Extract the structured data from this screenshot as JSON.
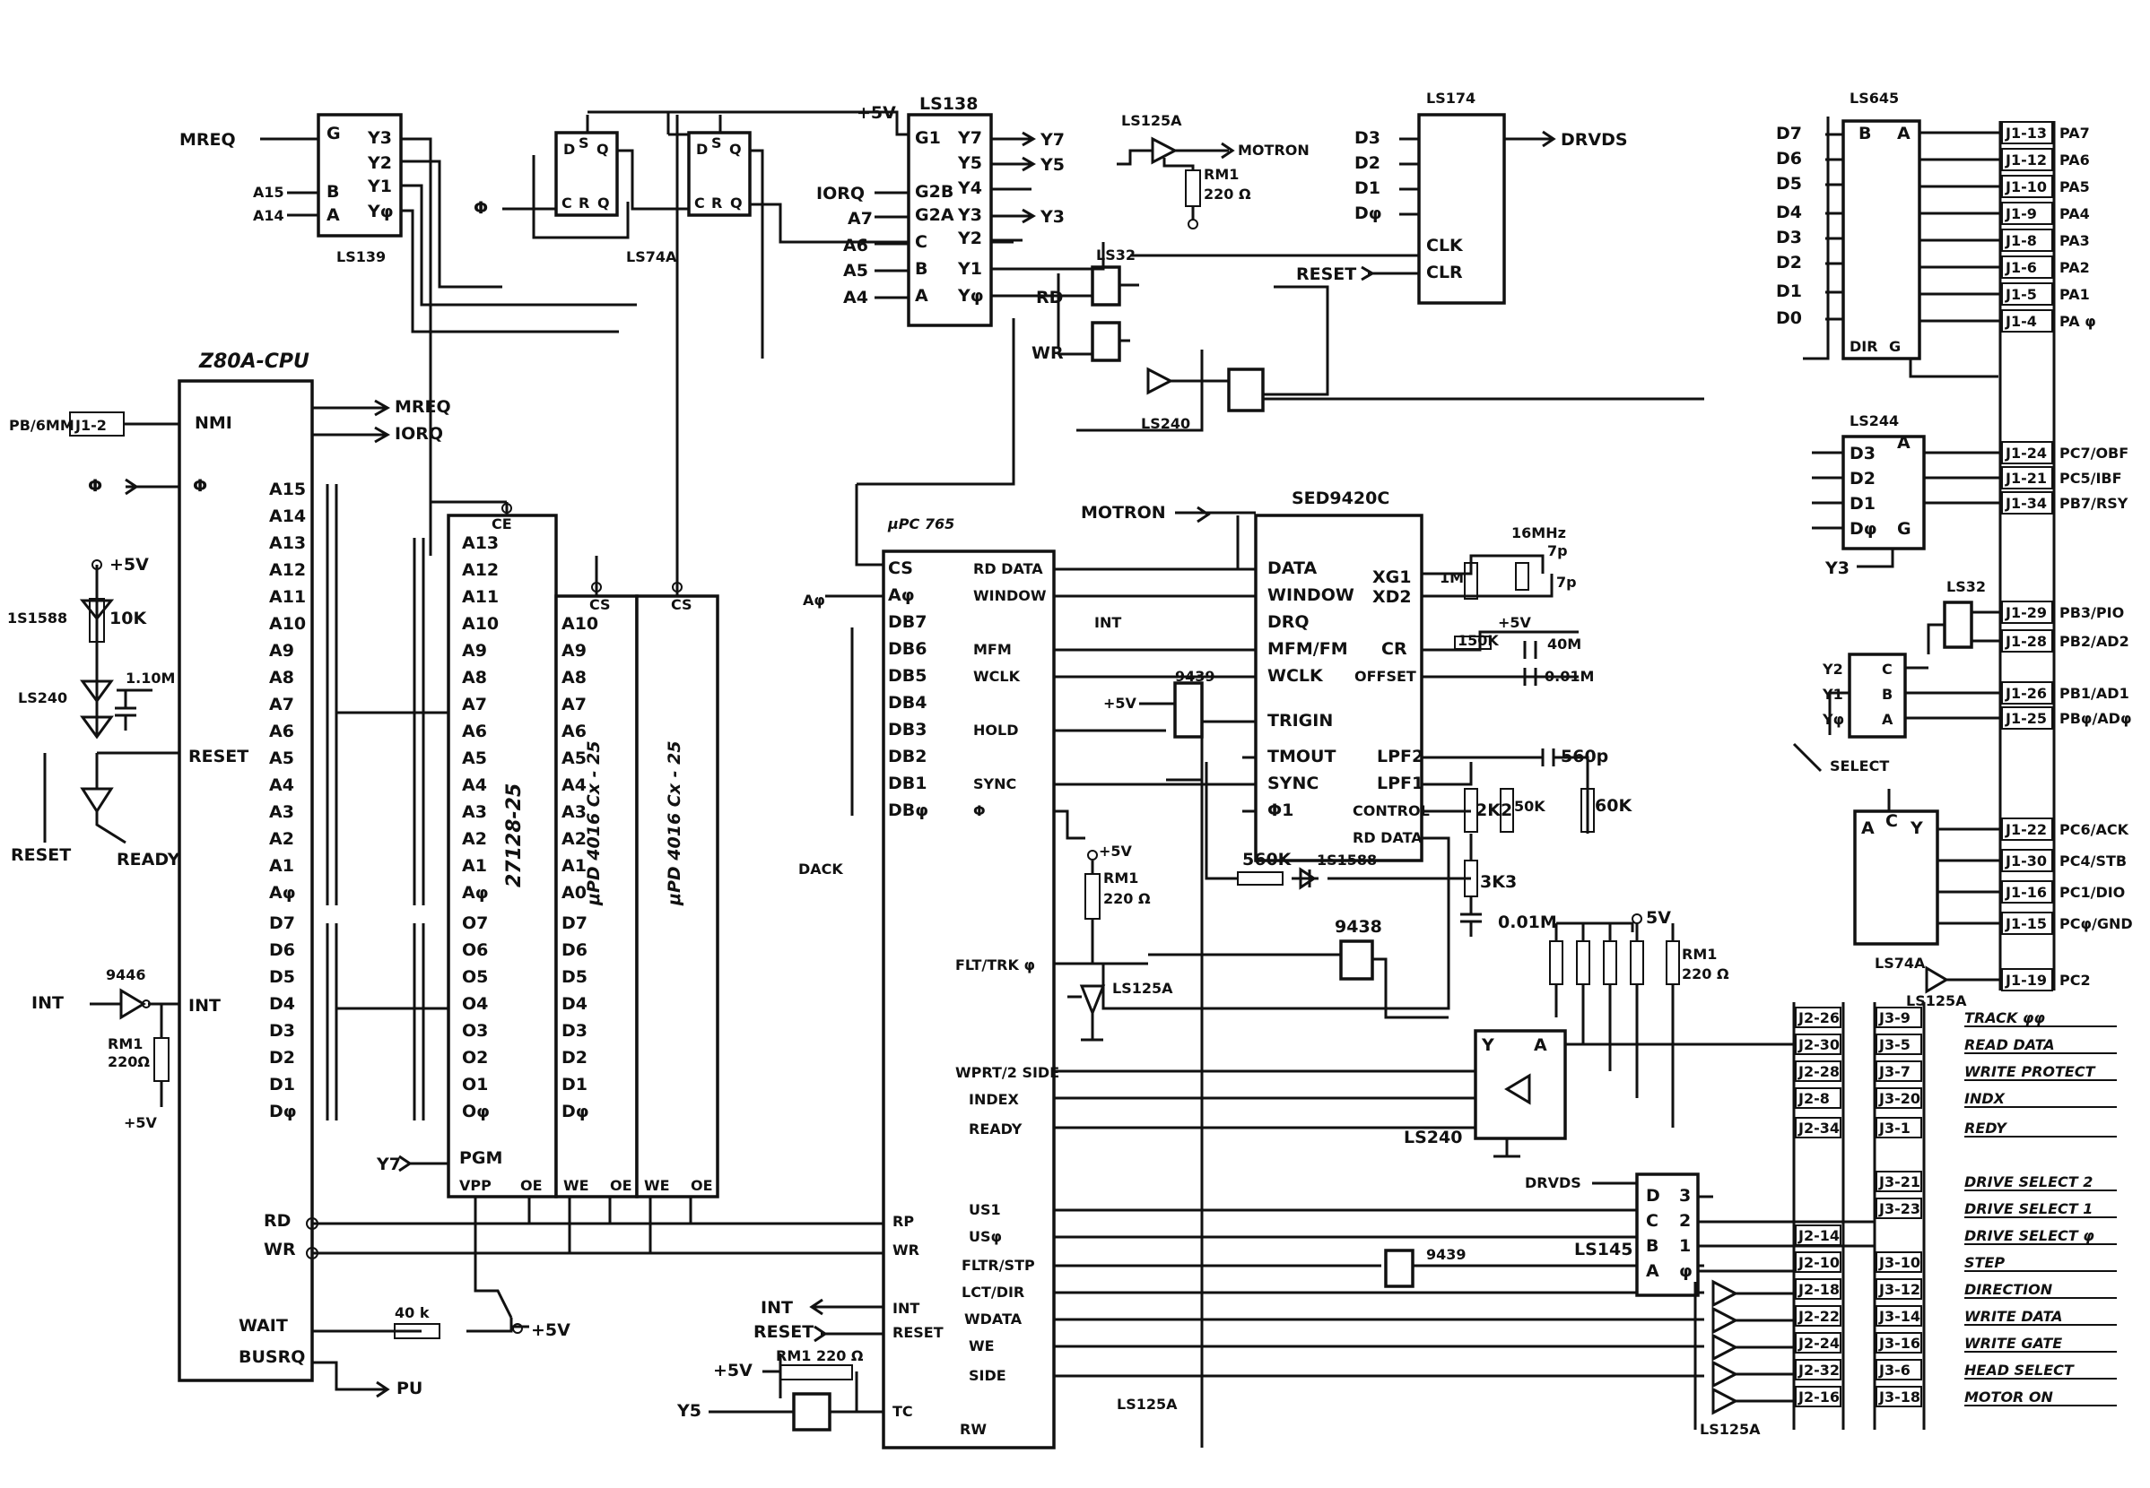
{
  "chips": {
    "cpu": {
      "name": "Z80A-CPU",
      "left_pins": [
        "NMI",
        "Φ",
        "RESET",
        "INT",
        "WAIT",
        "BUSRQ"
      ],
      "right_pins": [
        "A15",
        "A14",
        "A13",
        "A12",
        "A11",
        "A10",
        "A9",
        "A8",
        "A7",
        "A6",
        "A5",
        "A4",
        "A3",
        "A2",
        "A1",
        "Aφ",
        "D7",
        "D6",
        "D5",
        "D4",
        "D3",
        "D2",
        "D1",
        "Dφ"
      ],
      "bottom_pins": [
        "RD",
        "WR"
      ],
      "out_signals": [
        "MREQ",
        "IORQ"
      ]
    },
    "ls139": {
      "name": "LS139",
      "pins_left": [
        "G",
        "B",
        "A"
      ],
      "pins_right": [
        "Y3",
        "Y2",
        "Y1",
        "Yφ"
      ],
      "inputs": [
        "MREQ",
        "A15",
        "A14"
      ]
    },
    "ls74": {
      "name": "LS74A",
      "pins": [
        "D",
        "S",
        "Q",
        "C",
        "R",
        "Q"
      ],
      "clock": "Φ"
    },
    "ls138": {
      "name": "LS138",
      "pins_left": [
        "G1",
        "G2B",
        "G2A",
        "C",
        "B",
        "A"
      ],
      "pins_right": [
        "Y7",
        "Y5",
        "Y4",
        "Y3",
        "Y2",
        "Y1",
        "Yφ"
      ],
      "inputs": [
        "IORQ",
        "A7",
        "A6",
        "A5",
        "A4"
      ],
      "outputs": [
        "Y7",
        "Y5",
        "Y3"
      ],
      "supply": "+5V"
    },
    "ls125a_top": {
      "name": "LS125A",
      "output": "MOTRON",
      "resistor": "RM1",
      "resistor_value": "220 Ω"
    },
    "ls32_top": {
      "name": "LS32",
      "inputs": [
        "RD",
        "WR"
      ]
    },
    "ls240_top": {
      "name": "LS240"
    },
    "ls174": {
      "name": "LS174",
      "inputs": [
        "D3",
        "D2",
        "D1",
        "Dφ"
      ],
      "pins": [
        "CLK",
        "CLR"
      ],
      "reset": "RESET",
      "output": "DRVDS"
    },
    "ls645": {
      "name": "LS645",
      "pins_left": [
        "D7",
        "D6",
        "D5",
        "D4",
        "D3",
        "D2",
        "D1",
        "D0"
      ],
      "pins": [
        "B",
        "A",
        "DIR",
        "G"
      ]
    },
    "ls244": {
      "name": "LS244",
      "pins": [
        "D3",
        "D2",
        "D1",
        "Dφ",
        "A",
        "G"
      ],
      "enable": "Y3"
    },
    "ls32_right": {
      "name": "LS32"
    },
    "ls139_right": {
      "name": "",
      "pins": [
        "Y2",
        "Y1",
        "Yφ",
        "C",
        "B",
        "A"
      ],
      "label": "SELECT"
    },
    "ls74_right": {
      "name": "LS74A",
      "pins": [
        "A",
        "C",
        "Y"
      ]
    },
    "ls125a_right": {
      "name": "LS125A"
    },
    "eprom": {
      "name": "27128-25",
      "addr": [
        "A13",
        "A12",
        "A11",
        "A10",
        "A9",
        "A8",
        "A7",
        "A6",
        "A5",
        "A4",
        "A3",
        "A2",
        "A1",
        "Aφ"
      ],
      "data": [
        "O7",
        "O6",
        "O5",
        "O4",
        "O3",
        "O2",
        "O1",
        "Oφ"
      ],
      "ctrl": [
        "CE",
        "PGM",
        "VPP",
        "OE"
      ],
      "pgm_signal": "Y7"
    },
    "ram1": {
      "name": "μPD 4016 Cx - 25",
      "addr": [
        "A10",
        "A9",
        "A8",
        "A7",
        "A6",
        "A5",
        "A4",
        "A3",
        "A2",
        "A1",
        "A0"
      ],
      "data": [
        "D7",
        "D6",
        "D5",
        "D4",
        "D3",
        "D2",
        "D1",
        "Dφ"
      ],
      "ctrl": [
        "CS",
        "WE",
        "OE"
      ]
    },
    "ram2": {
      "name": "μPD 4016 Cx - 25",
      "ctrl": [
        "CS",
        "WE",
        "OE"
      ]
    },
    "fdc": {
      "name": "μPC 765",
      "left": [
        "CS",
        "Aφ",
        "DB7",
        "DB6",
        "DB5",
        "DB4",
        "DB3",
        "DB2",
        "DB1",
        "DBφ"
      ],
      "right": [
        "RD DATA",
        "WINDOW",
        "INT",
        "MFM",
        "WCLK",
        "HOLD",
        "SYNC",
        "Φ"
      ],
      "lower": [
        "FLT/TRK φ",
        "WPRT/2 SIDE",
        "INDEX",
        "READY",
        "US1",
        "USφ",
        "FLTR/STP",
        "LCT/DIR",
        "WDATA",
        "WE",
        "SIDE",
        "RP",
        "WR",
        "INT",
        "RESET",
        "TC",
        "RW"
      ],
      "a0_input": "Aφ",
      "dack": "DACK"
    },
    "sed": {
      "name": "SED9420C",
      "input": "MOTRON",
      "left": [
        "DATA",
        "WINDOW",
        "DRQ",
        "MFM/FM",
        "WCLK",
        "TRIGIN",
        "TMOUT",
        "SYNC",
        "Φ1"
      ],
      "right": [
        "XG1",
        "XD2",
        "CR",
        "OFFSET",
        "LPF2",
        "LPF1",
        "CONTROL",
        "RD DATA"
      ],
      "crystal": "16MHz",
      "c1": "7p",
      "c2": "7p",
      "r1": "1M",
      "r2": "150K",
      "r3": "40M",
      "c3": "0.01M",
      "c4": "560p",
      "r4": "2K2",
      "r5": "50K",
      "r6": "60K",
      "r7": "3K3",
      "c5": "0.01M",
      "r8": "560K",
      "diode": "1S1588",
      "supply": "+5V"
    },
    "g9439": {
      "name": "9439"
    },
    "g9438": {
      "name": "9438"
    },
    "g9439b": {
      "name": "9439"
    },
    "g9446": {
      "name": "9446",
      "input": "INT",
      "output": "INT",
      "resistor": "RM1",
      "resistor_value": "220Ω",
      "supply": "+5V"
    },
    "ls240_mid": {
      "name": "LS240",
      "pins": [
        "Y",
        "A"
      ]
    },
    "ls145": {
      "name": "LS145",
      "input": "DRVDS",
      "pins": [
        "D",
        "C",
        "B",
        "A",
        "3",
        "2",
        "1",
        "φ"
      ]
    },
    "ls125a_mid": {
      "name": "LS125A",
      "resistor": "RM1",
      "resistor_value": "220 Ω",
      "supply": "+5V"
    },
    "ls125a_bottom": {
      "name": "LS125A"
    },
    "rm_right": {
      "name": "RM1",
      "value": "220 Ω",
      "supply": "5V"
    }
  },
  "power_on_reset": {
    "diode": "1S1588",
    "resistor": "10K",
    "capacitor": "1.10M",
    "supply": "+5V",
    "gate": "LS240",
    "outputs": [
      "RESET",
      "READY"
    ]
  },
  "connectors": {
    "j1_left": {
      "pin": "J1-2",
      "label": "PB/6MM"
    },
    "j1_port_a": [
      {
        "pin": "J1-13",
        "signal": "PA7"
      },
      {
        "pin": "J1-12",
        "signal": "PA6"
      },
      {
        "pin": "J1-10",
        "signal": "PA5"
      },
      {
        "pin": "J1-9",
        "signal": "PA4"
      },
      {
        "pin": "J1-8",
        "signal": "PA3"
      },
      {
        "pin": "J1-6",
        "signal": "PA2"
      },
      {
        "pin": "J1-5",
        "signal": "PA1"
      },
      {
        "pin": "J1-4",
        "signal": "PA φ"
      }
    ],
    "j1_port_bc": [
      {
        "pin": "J1-24",
        "signal": "PC7/OBF"
      },
      {
        "pin": "J1-21",
        "signal": "PC5/IBF"
      },
      {
        "pin": "J1-34",
        "signal": "PB7/RSY"
      },
      {
        "pin": "J1-29",
        "signal": "PB3/PIO"
      },
      {
        "pin": "J1-28",
        "signal": "PB2/AD2"
      },
      {
        "pin": "J1-26",
        "signal": "PB1/AD1"
      },
      {
        "pin": "J1-25",
        "signal": "PBφ/ADφ"
      },
      {
        "pin": "J1-22",
        "signal": "PC6/ACK"
      },
      {
        "pin": "J1-30",
        "signal": "PC4/STB"
      },
      {
        "pin": "J1-16",
        "signal": "PC1/DIO"
      },
      {
        "pin": "J1-15",
        "signal": "PCφ/GND"
      },
      {
        "pin": "J1-19",
        "signal": "PC2"
      }
    ],
    "drive": [
      {
        "j2": "J2-26",
        "j3": "J3-9",
        "signal": "TRACK φφ"
      },
      {
        "j2": "J2-30",
        "j3": "J3-5",
        "signal": "READ DATA"
      },
      {
        "j2": "J2-28",
        "j3": "J3-7",
        "signal": "WRITE PROTECT"
      },
      {
        "j2": "J2-8",
        "j3": "J3-20",
        "signal": "INDX"
      },
      {
        "j2": "J2-34",
        "j3": "J3-1",
        "signal": "REDY"
      },
      {
        "j2": "",
        "j3": "J3-21",
        "signal": "DRIVE SELECT 2"
      },
      {
        "j2": "",
        "j3": "J3-23",
        "signal": "DRIVE SELECT 1"
      },
      {
        "j2": "J2-14",
        "j3": "",
        "signal": "DRIVE SELECT φ"
      },
      {
        "j2": "J2-10",
        "j3": "J3-10",
        "signal": "STEP"
      },
      {
        "j2": "J2-18",
        "j3": "J3-12",
        "signal": "DIRECTION"
      },
      {
        "j2": "J2-22",
        "j3": "J3-14",
        "signal": "WRITE DATA"
      },
      {
        "j2": "J2-24",
        "j3": "J3-16",
        "signal": "WRITE GATE"
      },
      {
        "j2": "J2-32",
        "j3": "J3-6",
        "signal": "HEAD SELECT"
      },
      {
        "j2": "J2-16",
        "j3": "J3-18",
        "signal": "MOTOR ON"
      }
    ]
  },
  "misc": {
    "plus5v": "+5V",
    "resistor_40k": "40 k",
    "pu": "PU",
    "wait_pullup": "+5V",
    "tc_label": "TC",
    "y5": "Y5",
    "rd": "RD",
    "wr": "WR",
    "reset_in": "RESET",
    "int_out": "INT",
    "drvds": "DRVDS",
    "ls240_label": "LS240",
    "sym_phi": "Φ",
    "r_bot": "RM1 220 Ω",
    "plus5v_bot": "+5V"
  }
}
